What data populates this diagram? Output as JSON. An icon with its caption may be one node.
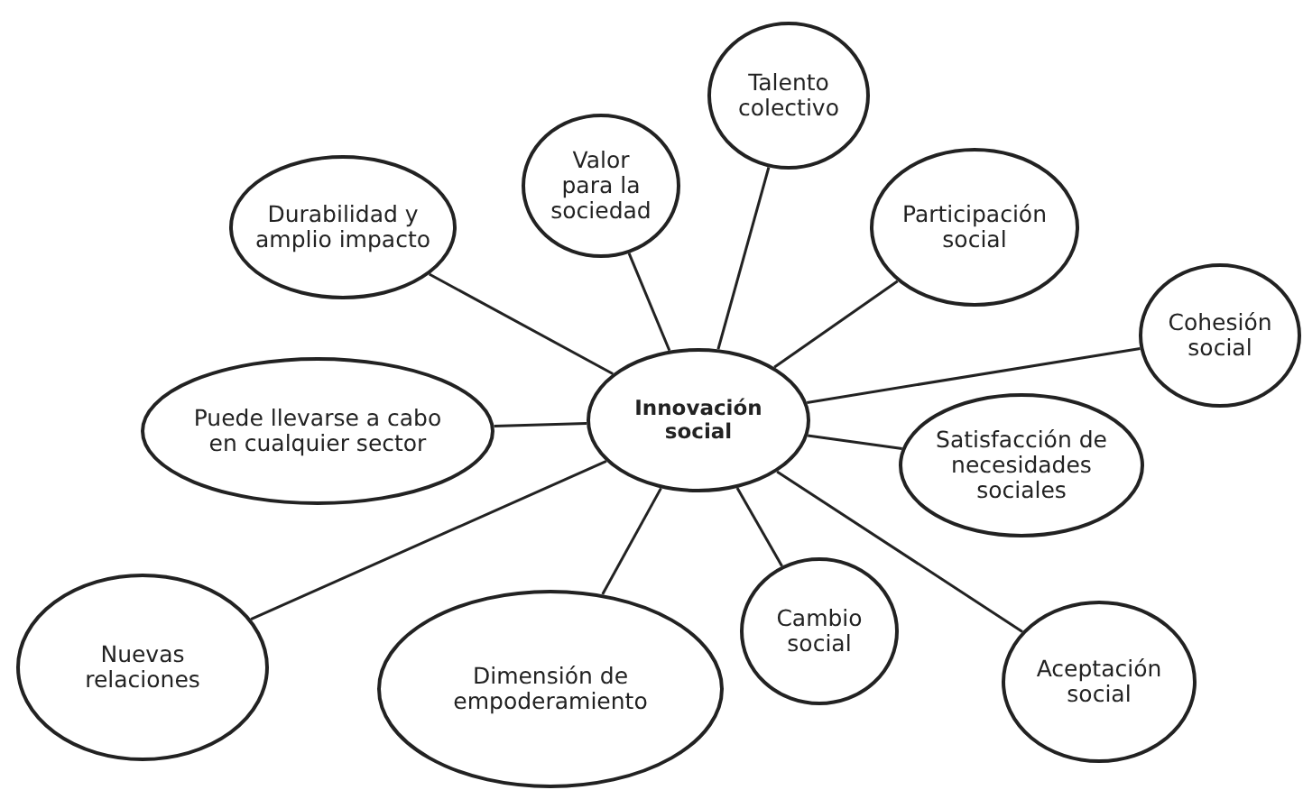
{
  "diagram": {
    "nodes": [
      {
        "text": [
          "Innovación social"
        ]
      },
      {
        "text": [
          "Durabilidad y amplio impacto"
        ]
      },
      {
        "text": [
          "Valor para la sociedad"
        ]
      },
      {
        "text": [
          "Talento colectivo"
        ]
      },
      {
        "text": [
          "Participación social"
        ]
      },
      {
        "text": [
          "Cohesión social"
        ]
      },
      {
        "text": [
          "Puede llevarse a cabo en cualquier sector"
        ]
      },
      {
        "text": [
          "Satisfacción de necesidades sociales"
        ]
      },
      {
        "text": [
          "Nuevas relaciones"
        ]
      },
      {
        "text": [
          "Dimensión de empoderamiento"
        ]
      },
      {
        "text": [
          "Cambio social"
        ]
      },
      {
        "text": [
          "Aceptación social"
        ]
      }
    ],
    "edges": [
      {
        "from": 0,
        "to": 1,
        "arrow": "none"
      },
      {
        "from": 0,
        "to": 2,
        "arrow": "none"
      },
      {
        "from": 0,
        "to": 3,
        "arrow": "none"
      },
      {
        "from": 0,
        "to": 4,
        "arrow": "none"
      },
      {
        "from": 0,
        "to": 5,
        "arrow": "none"
      },
      {
        "from": 0,
        "to": 6,
        "arrow": "none"
      },
      {
        "from": 0,
        "to": 7,
        "arrow": "none"
      },
      {
        "from": 0,
        "to": 8,
        "arrow": "none"
      },
      {
        "from": 0,
        "to": 9,
        "arrow": "none"
      },
      {
        "from": 0,
        "to": 10,
        "arrow": "none"
      },
      {
        "from": 0,
        "to": 11,
        "arrow": "none"
      }
    ]
  }
}
